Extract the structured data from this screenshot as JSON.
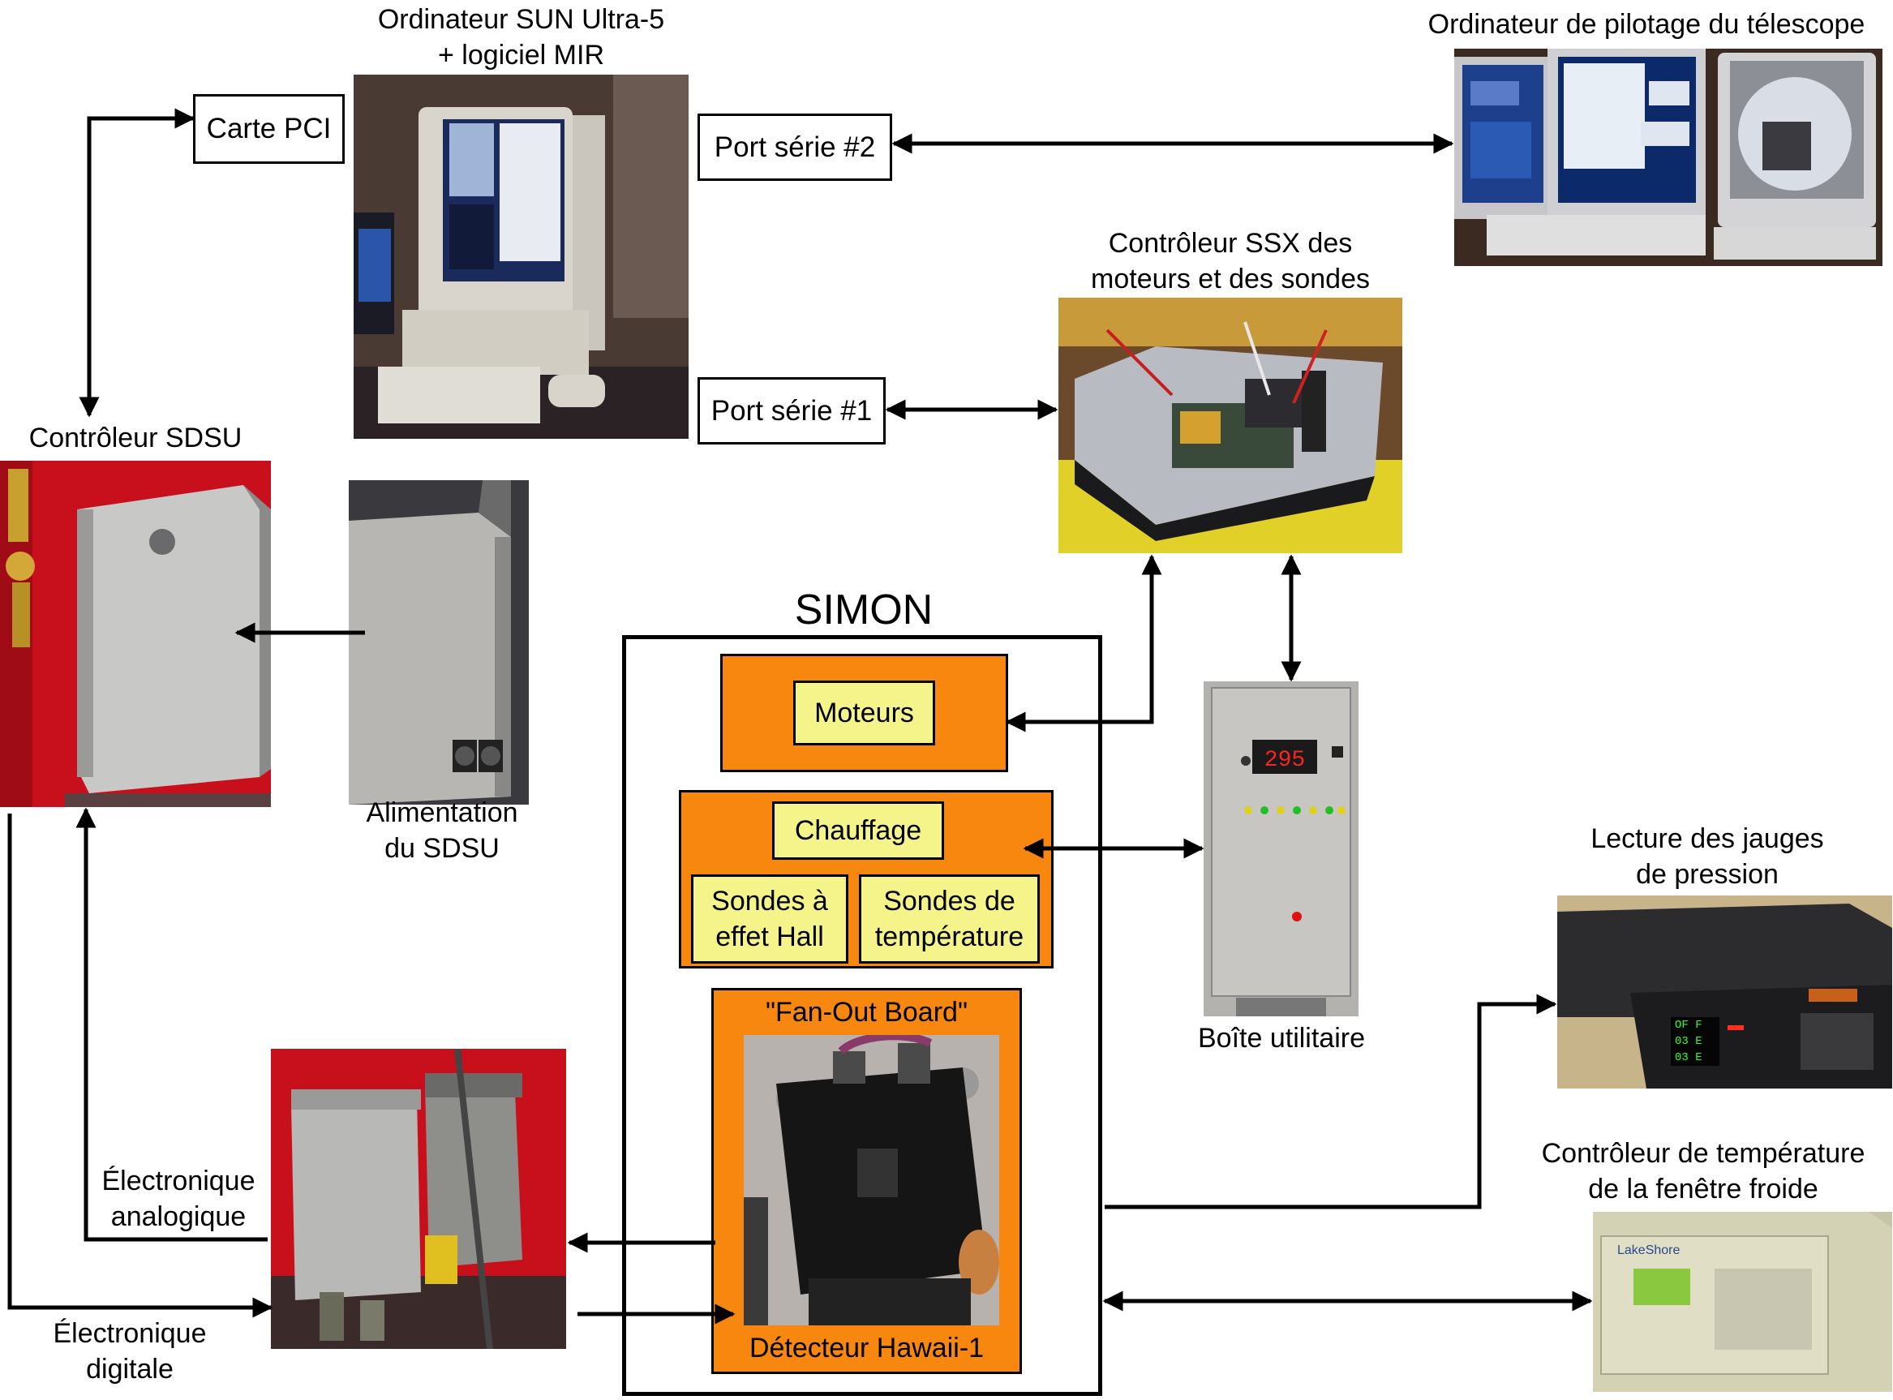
{
  "labels": {
    "sun_computer": [
      "Ordinateur SUN Ultra-5",
      "+ logiciel MIR"
    ],
    "telescope_computer": "Ordinateur de pilotage du télescope",
    "ssx_controller": [
      "Contrôleur SSX des",
      "moteurs et des sondes"
    ],
    "sdsu_controller": "Contrôleur SDSU",
    "sdsu_power": [
      "Alimentation",
      "du SDSU"
    ],
    "simon": "SIMON",
    "utility_box": "Boîte utilitaire",
    "pressure_gauges": [
      "Lecture des jauges",
      "de pression"
    ],
    "cold_window": [
      "Contrôleur de température",
      "de la fenêtre froide"
    ],
    "analog": [
      "Électronique",
      "analogique"
    ],
    "digital": [
      "Électronique",
      "digitale"
    ]
  },
  "boxes": {
    "pci_card": "Carte PCI",
    "serial2": "Port série #2",
    "serial1": "Port série #1"
  },
  "simon": {
    "motors": "Moteurs",
    "heating": "Chauffage",
    "hall": [
      "Sondes à",
      "effet Hall"
    ],
    "temp_probes": [
      "Sondes de",
      "température"
    ],
    "fanout_title": "\"Fan-Out Board\"",
    "detector": "Détecteur Hawaii-1"
  },
  "photo_text": {
    "utility_display": "295",
    "cold_window_brand": "LakeShore",
    "pressure_readout": [
      "OF F",
      "03 E",
      "03 E"
    ]
  },
  "colors": {
    "orange": "#f7870f",
    "yellow": "#f4f48a",
    "sdsu_red": "#c8101c"
  }
}
